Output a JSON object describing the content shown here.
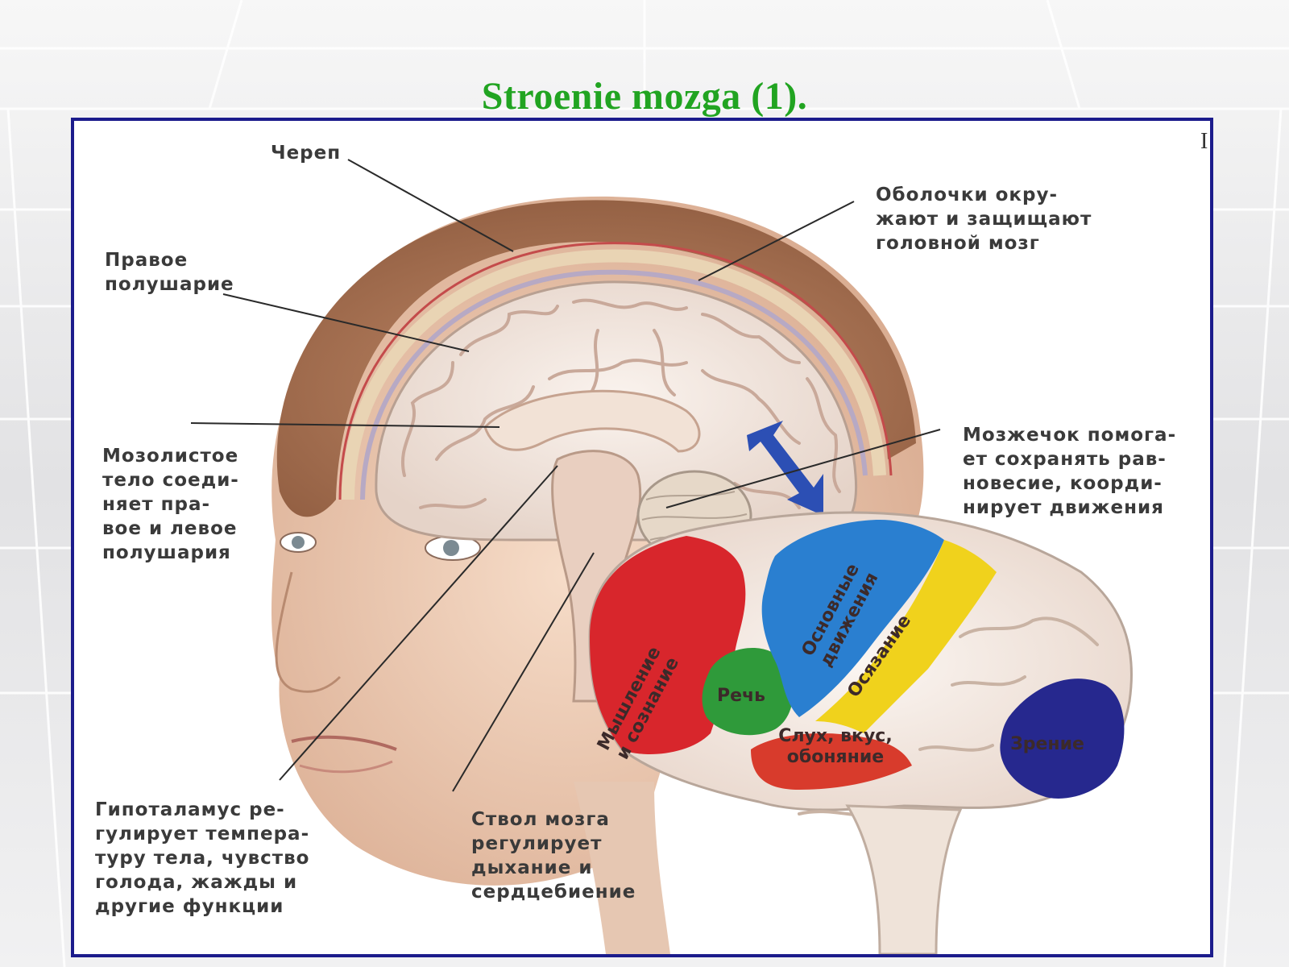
{
  "title": "Stroenie mozga (1).",
  "corner_mark": "I",
  "labels": {
    "skull": [
      "Череп"
    ],
    "meninges": [
      "Оболочки окру-",
      "жают и защищают",
      "головной мозг"
    ],
    "right_hemisphere": [
      "Правое",
      "полушарие"
    ],
    "corpus_callosum": [
      "Мозолистое",
      "тело соеди-",
      "няет пра-",
      "вое и левое",
      "полушария"
    ],
    "cerebellum": [
      "Мозжечок помога-",
      "ет сохранять рав-",
      "новесие, коорди-",
      "нирует движения"
    ],
    "hypothalamus": [
      "Гипоталамус ре-",
      "гулирует темпера-",
      "туру тела, чувство",
      "голода, жажды и",
      "другие функции"
    ],
    "brainstem": [
      "Ствол мозга",
      "регулирует",
      "дыхание и",
      "сердцебиение"
    ]
  },
  "lobes": {
    "thinking": [
      "Мышление",
      "и сознание"
    ],
    "motor": [
      "Основные",
      "движения"
    ],
    "touch": "Осязание",
    "speech": "Речь",
    "hearing": [
      "Слух, вкус,",
      "обоняние"
    ],
    "vision": "Зрение"
  },
  "colors": {
    "title": "#21a421",
    "frame": "#1c1c8c",
    "thinking": "#d8262c",
    "motor": "#2a7fd0",
    "touch": "#f0d21c",
    "speech": "#2f9a3a",
    "hearing": "#d83b2c",
    "vision": "#26288e",
    "arrow": "#2c4fb4"
  }
}
